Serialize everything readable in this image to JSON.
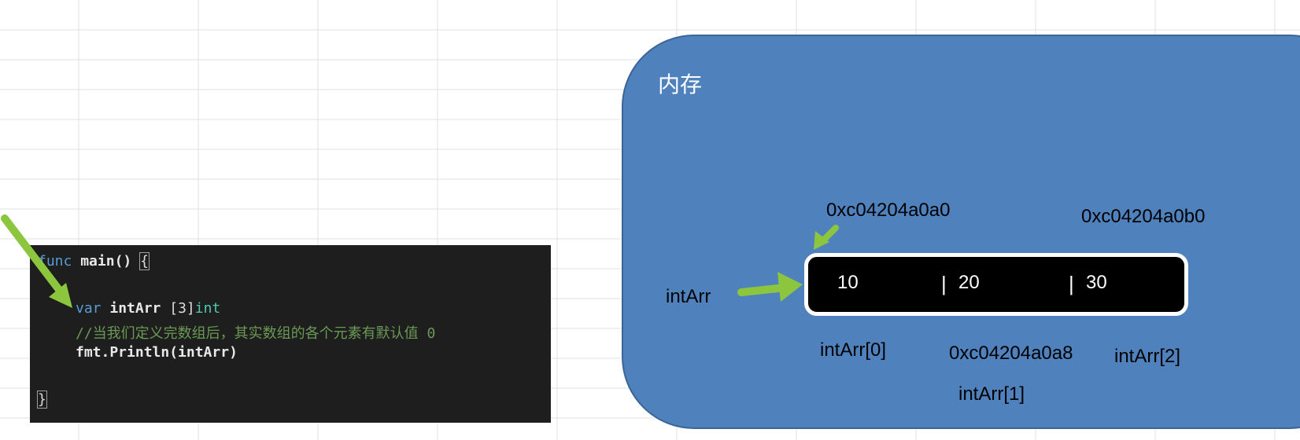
{
  "code": {
    "line1": {
      "kw": "func",
      "fn": "main",
      "rest": "() ",
      "brace": "{"
    },
    "line2": {
      "kw": "var",
      "name": "intArr",
      "rest": " [3]",
      "type": "int"
    },
    "line3": {
      "comment": "//当我们定义完数组后，其实数组的各个元素有默认值 0"
    },
    "line4": {
      "text": "fmt.Println(intArr)"
    },
    "line5": {
      "brace": "}"
    }
  },
  "memory": {
    "label": "内存",
    "variable_label": "intArr",
    "addresses": {
      "elem0": "0xc04204a0a0",
      "elem1": "0xc04204a0a8",
      "elem2": "0xc04204a0b0"
    },
    "array": {
      "values": [
        "10",
        "20",
        "30"
      ],
      "separator": "|"
    },
    "index_labels": [
      "intArr[0]",
      "intArr[1]",
      "intArr[2]"
    ]
  },
  "colors": {
    "memory_fill": "#4f81bd",
    "arrow_green": "#8cc63f",
    "code_bg": "#1e1e1e"
  }
}
